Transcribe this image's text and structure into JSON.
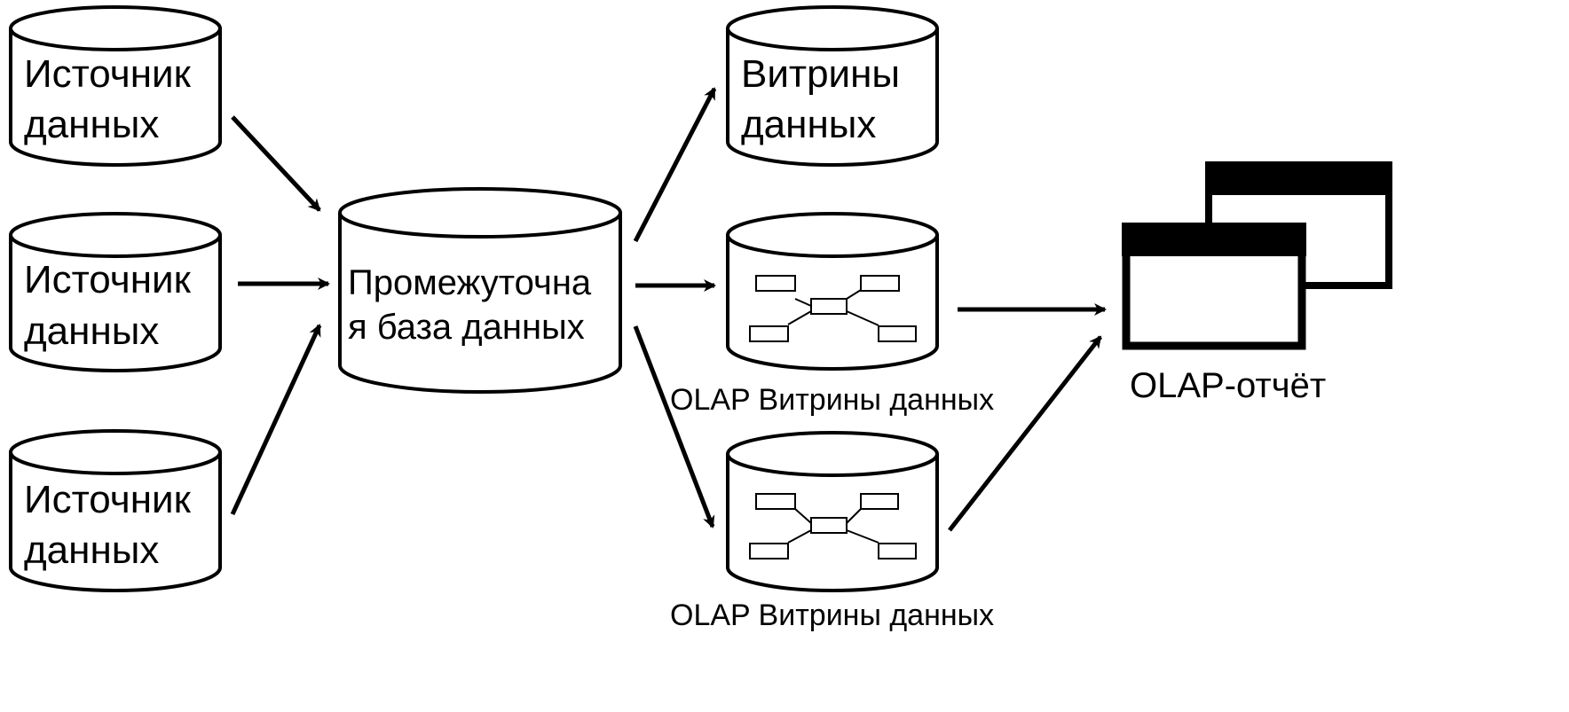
{
  "diagram": {
    "sources": [
      {
        "line1": "Источник",
        "line2": "данных"
      },
      {
        "line1": "Источник",
        "line2": "данных"
      },
      {
        "line1": "Источник",
        "line2": "данных"
      }
    ],
    "staging": {
      "line1": "Промежуточна",
      "line2": "я база данных"
    },
    "datamart": {
      "line1": "Витрины",
      "line2": "данных"
    },
    "olap_marts": [
      {
        "caption": "OLAP Витрины данных"
      },
      {
        "caption": "OLAP Витрины данных"
      }
    ],
    "report": {
      "caption": "OLAP-отчёт"
    }
  },
  "colors": {
    "stroke": "#000000",
    "fill": "#ffffff"
  }
}
